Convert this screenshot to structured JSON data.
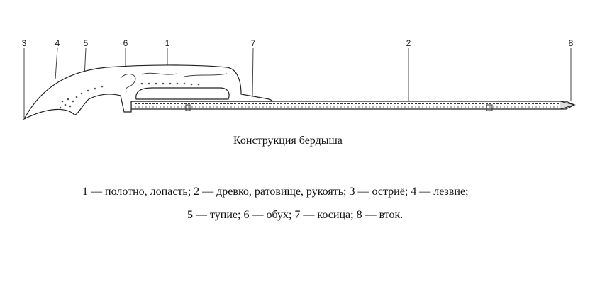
{
  "diagram": {
    "labels": [
      "3",
      "4",
      "5",
      "6",
      "1",
      "7",
      "2",
      "8"
    ],
    "title": "Конструкция бердыша",
    "legend_line1": "1 — полотно, лопасть; 2 — древко, ратовище, рукоять; 3 — остриё; 4 — лезвие;",
    "legend_line2": "5 — тупие; 6 — обух; 7 — косица; 8 — вток."
  }
}
